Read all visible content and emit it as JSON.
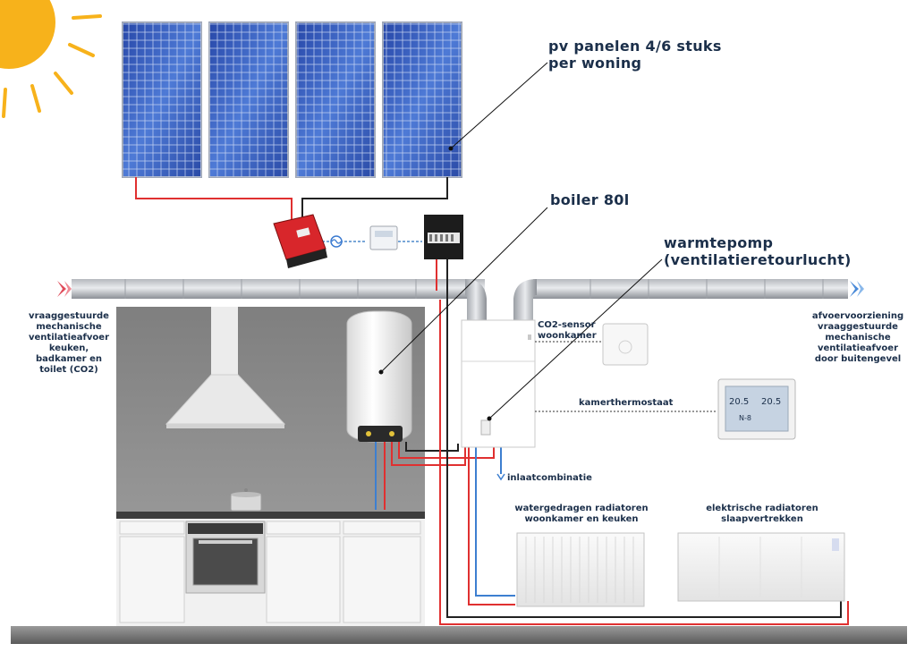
{
  "labels": {
    "pv_title": "pv panelen 4/6 stuks",
    "pv_sub": "per woning",
    "boiler": "boiler 80l",
    "heatpump_title": "warmtepomp",
    "heatpump_sub": "(ventilatieretourlucht)",
    "supply_vent": [
      "vraaggestuurde",
      "mechanische",
      "ventilatieafvoer",
      "keuken,",
      "badkamer en",
      "toilet (CO2)"
    ],
    "exhaust_vent": [
      "afvoervoorziening",
      "vraaggestuurde",
      "mechanische",
      "ventilatieafvoer",
      "door buitengevel"
    ],
    "co2_sensor": [
      "CO2-sensor",
      "woonkamer"
    ],
    "thermostat": "kamerthermostaat",
    "inlet": "inlaatcombinatie",
    "water_radiators": [
      "watergedragen radiatoren",
      "woonkamer en keuken"
    ],
    "electric_radiators": [
      "elektrische radiatoren",
      "slaapvertrekken"
    ]
  },
  "thermostat_display": {
    "temp_actual": "20.5",
    "temp_set": "20.5",
    "mode": "N-8"
  },
  "colors": {
    "label_text": "#1b2f4a",
    "hot_pipe": "#e03030",
    "cold_pipe": "#3d7fd0",
    "electric_wire": "#222222",
    "panel_blue": "#3a63c4",
    "inverter_red": "#d8262b",
    "sun": "#f7b21b",
    "kitchen_wall": "#8d8d8d"
  }
}
